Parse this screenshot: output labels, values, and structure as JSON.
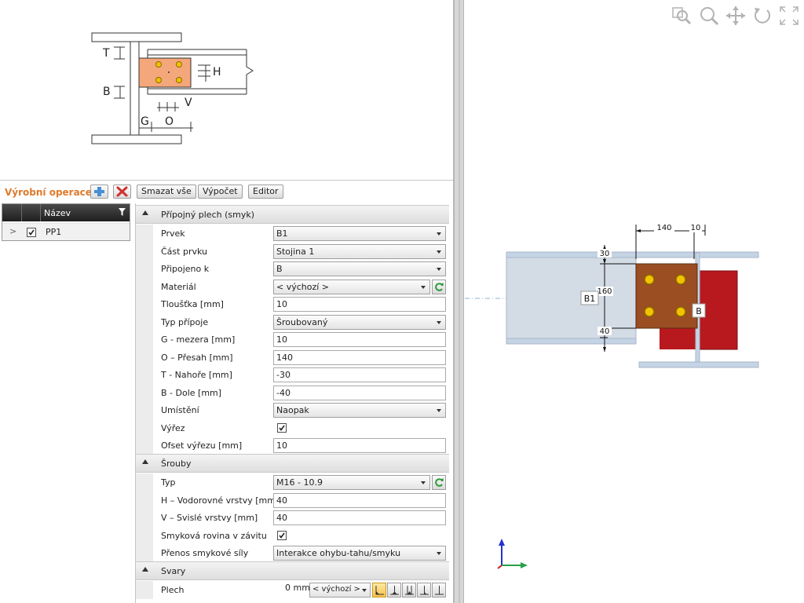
{
  "schematic": {
    "labels": {
      "t": "T",
      "b": "B",
      "h": "H",
      "v": "V",
      "g": "G",
      "o": "O"
    }
  },
  "operations": {
    "title": "Výrobní operace",
    "add_icon": "plus-icon",
    "delete_icon": "red-x-icon",
    "buttons": {
      "delete_all": "Smazat vše",
      "calculate": "Výpočet",
      "editor": "Editor"
    },
    "list": {
      "column_name": "Název",
      "rows": [
        {
          "name": "PP1",
          "checked": true
        }
      ]
    }
  },
  "properties": {
    "plate": {
      "title": "Přípojný plech (smyk)",
      "rows": {
        "member": {
          "label": "Prvek",
          "value": "B1"
        },
        "member_part": {
          "label": "Část prvku",
          "value": "Stojina 1"
        },
        "connected_to": {
          "label": "Připojeno k",
          "value": "B"
        },
        "material": {
          "label": "Materiál",
          "value": "< výchozí >"
        },
        "thickness": {
          "label": "Tloušťka [mm]",
          "value": "10"
        },
        "connection_type": {
          "label": "Typ přípoje",
          "value": "Šroubovaný"
        },
        "gap": {
          "label": "G - mezera [mm]",
          "value": "10"
        },
        "offset": {
          "label": "O – Přesah [mm]",
          "value": "140"
        },
        "top": {
          "label": "T - Nahoře [mm]",
          "value": "-30"
        },
        "bottom": {
          "label": "B - Dole [mm]",
          "value": "-40"
        },
        "position": {
          "label": "Umístění",
          "value": "Naopak"
        },
        "notch": {
          "label": "Výřez",
          "checked": true
        },
        "notch_offset": {
          "label": "Ofset výřezu [mm]",
          "value": "10"
        }
      }
    },
    "bolts": {
      "title": "Šrouby",
      "rows": {
        "type": {
          "label": "Typ",
          "value": "M16 - 10.9"
        },
        "h_rows": {
          "label": "H – Vodorovné vrstvy [mm]",
          "value": "40"
        },
        "v_rows": {
          "label": "V – Svislé vrstvy [mm]",
          "value": "40"
        },
        "shear_plane": {
          "label": "Smyková rovina v závitu",
          "checked": true
        },
        "shear_transfer": {
          "label": "Přenos smykové síly",
          "value": "Interakce ohybu-tahu/smyku"
        }
      }
    },
    "welds": {
      "title": "Svary",
      "rows": {
        "plate": {
          "label": "Plech",
          "size": "0 mm",
          "value": "< výchozí >"
        }
      }
    }
  },
  "view3d": {
    "toolbar": [
      "zoom-window-icon",
      "zoom-icon",
      "pan-icon",
      "rotate-icon",
      "fullscreen-icon"
    ],
    "dims": {
      "width_top": "140",
      "gap_top": "10",
      "top": "30",
      "height": "160",
      "bottom": "40"
    },
    "labels": {
      "beam": "B1",
      "column": "B"
    },
    "colors": {
      "plate": "#a0522d",
      "column_flange": "#b22222",
      "beam": "#cfd8e3",
      "bolt": "#f2c200"
    }
  }
}
